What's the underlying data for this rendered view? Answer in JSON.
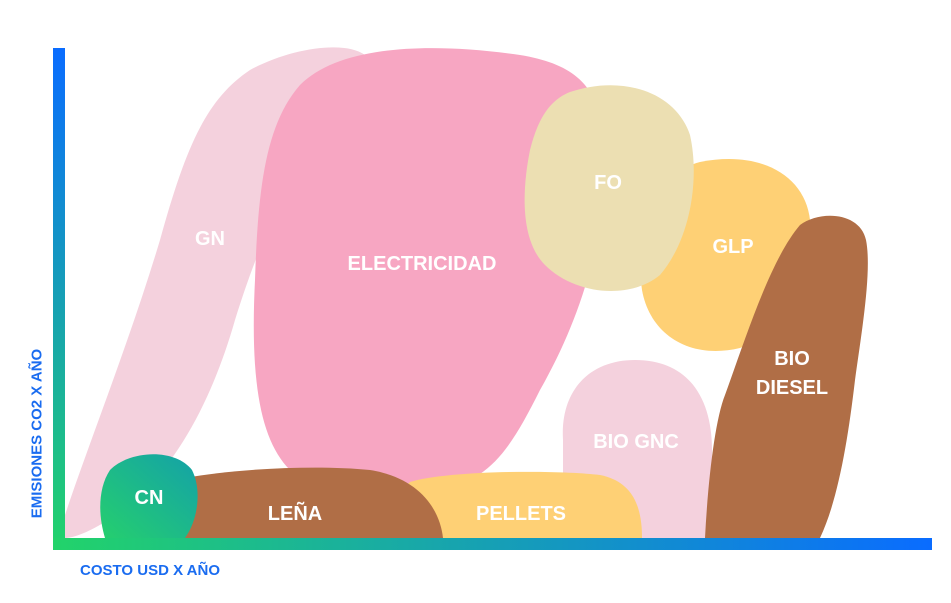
{
  "axes": {
    "x_label": "COSTO USD X AÑO",
    "y_label": "EMISIONES CO2 X AÑO"
  },
  "colors": {
    "axis_start": "#22d36a",
    "axis_end": "#0a6cff",
    "label": "#1a6cf0"
  },
  "regions": [
    {
      "label": "GN",
      "color": "#f4d1dd"
    },
    {
      "label": "ELECTRICIDAD",
      "color": "#f7a6c2"
    },
    {
      "label": "GLP",
      "color": "#fed075"
    },
    {
      "label": "FO",
      "color": "#ecdfb2"
    },
    {
      "label": "BIO GNC",
      "color": "#f4d1dd"
    },
    {
      "label_lines": [
        "BIO",
        "DIESEL"
      ],
      "color": "#b06e46"
    },
    {
      "label": "PELLETS",
      "color": "#fed075"
    },
    {
      "label": "LEÑA",
      "color": "#b06e46"
    },
    {
      "label": "CN",
      "color": "#1aab8e"
    }
  ]
}
